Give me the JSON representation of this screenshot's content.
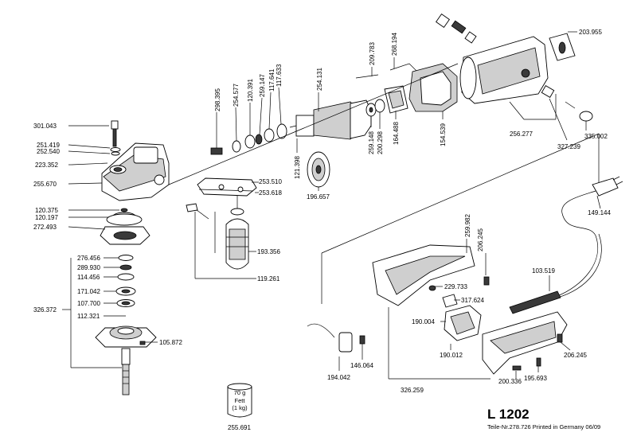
{
  "title": "L 1202",
  "subtitle": "Teile-Nr.278.726 Printed in Germany 06/09",
  "grease": {
    "weight": "70 g",
    "name": "Fett",
    "amount": "(1 kg)",
    "part": "255.691"
  },
  "part_numbers": [
    "301.043",
    "251.419",
    "252.540",
    "223.352",
    "255.670",
    "120.375",
    "120.197",
    "272.493",
    "276.456",
    "289.930",
    "114.456",
    "171.042",
    "107.700",
    "112.321",
    "326.372",
    "105.872",
    "298.395",
    "254.577",
    "120.391",
    "259.147",
    "117.641",
    "117.633",
    "121.398",
    "254.131",
    "196.657",
    "253.510",
    "253.618",
    "193.356",
    "119.261",
    "259.148",
    "200.298",
    "164.488",
    "209.783",
    "268.194",
    "154.539",
    "203.955",
    "256.277",
    "327.239",
    "335.002",
    "149.144",
    "103.519",
    "259.982",
    "206.245",
    "229.733",
    "317.624",
    "190.004",
    "190.012",
    "194.042",
    "146.064",
    "326.259",
    "206.245",
    "195.693",
    "200.336"
  ]
}
